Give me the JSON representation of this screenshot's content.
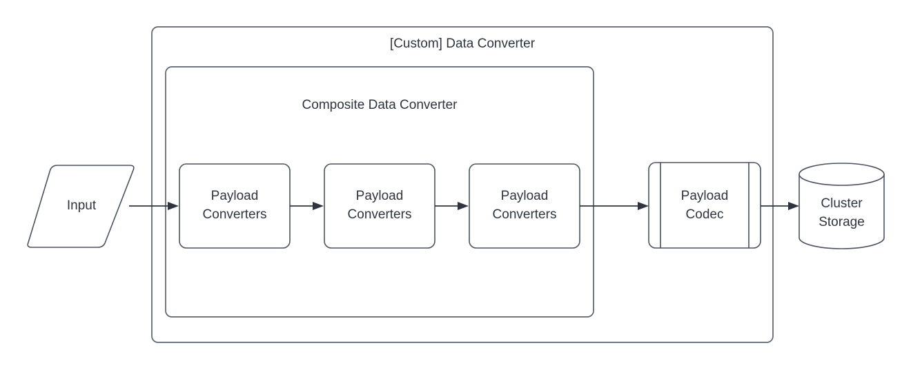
{
  "diagram": {
    "title": "[Custom] Data Converter",
    "subgroup_title": "Composite Data Converter",
    "colors": {
      "stroke": "#4a5161",
      "group_stroke": "#5c6370",
      "text": "#2e3440",
      "arrow": "#2e3440",
      "background": "#ffffff"
    },
    "nodes": {
      "input": {
        "label": "Input",
        "shape": "parallelogram"
      },
      "converter1": {
        "label_line1": "Payload",
        "label_line2": "Converters",
        "shape": "rounded-rectangle"
      },
      "converter2": {
        "label_line1": "Payload",
        "label_line2": "Converters",
        "shape": "rounded-rectangle"
      },
      "converter3": {
        "label_line1": "Payload",
        "label_line2": "Converters",
        "shape": "rounded-rectangle"
      },
      "codec": {
        "label_line1": "Payload",
        "label_line2": "Codec",
        "shape": "predefined-process"
      },
      "storage": {
        "label_line1": "Cluster",
        "label_line2": "Storage",
        "shape": "cylinder"
      }
    },
    "edges": [
      {
        "from": "input",
        "to": "converter1"
      },
      {
        "from": "converter1",
        "to": "converter2"
      },
      {
        "from": "converter2",
        "to": "converter3"
      },
      {
        "from": "converter3",
        "to": "codec"
      },
      {
        "from": "codec",
        "to": "storage"
      }
    ]
  }
}
